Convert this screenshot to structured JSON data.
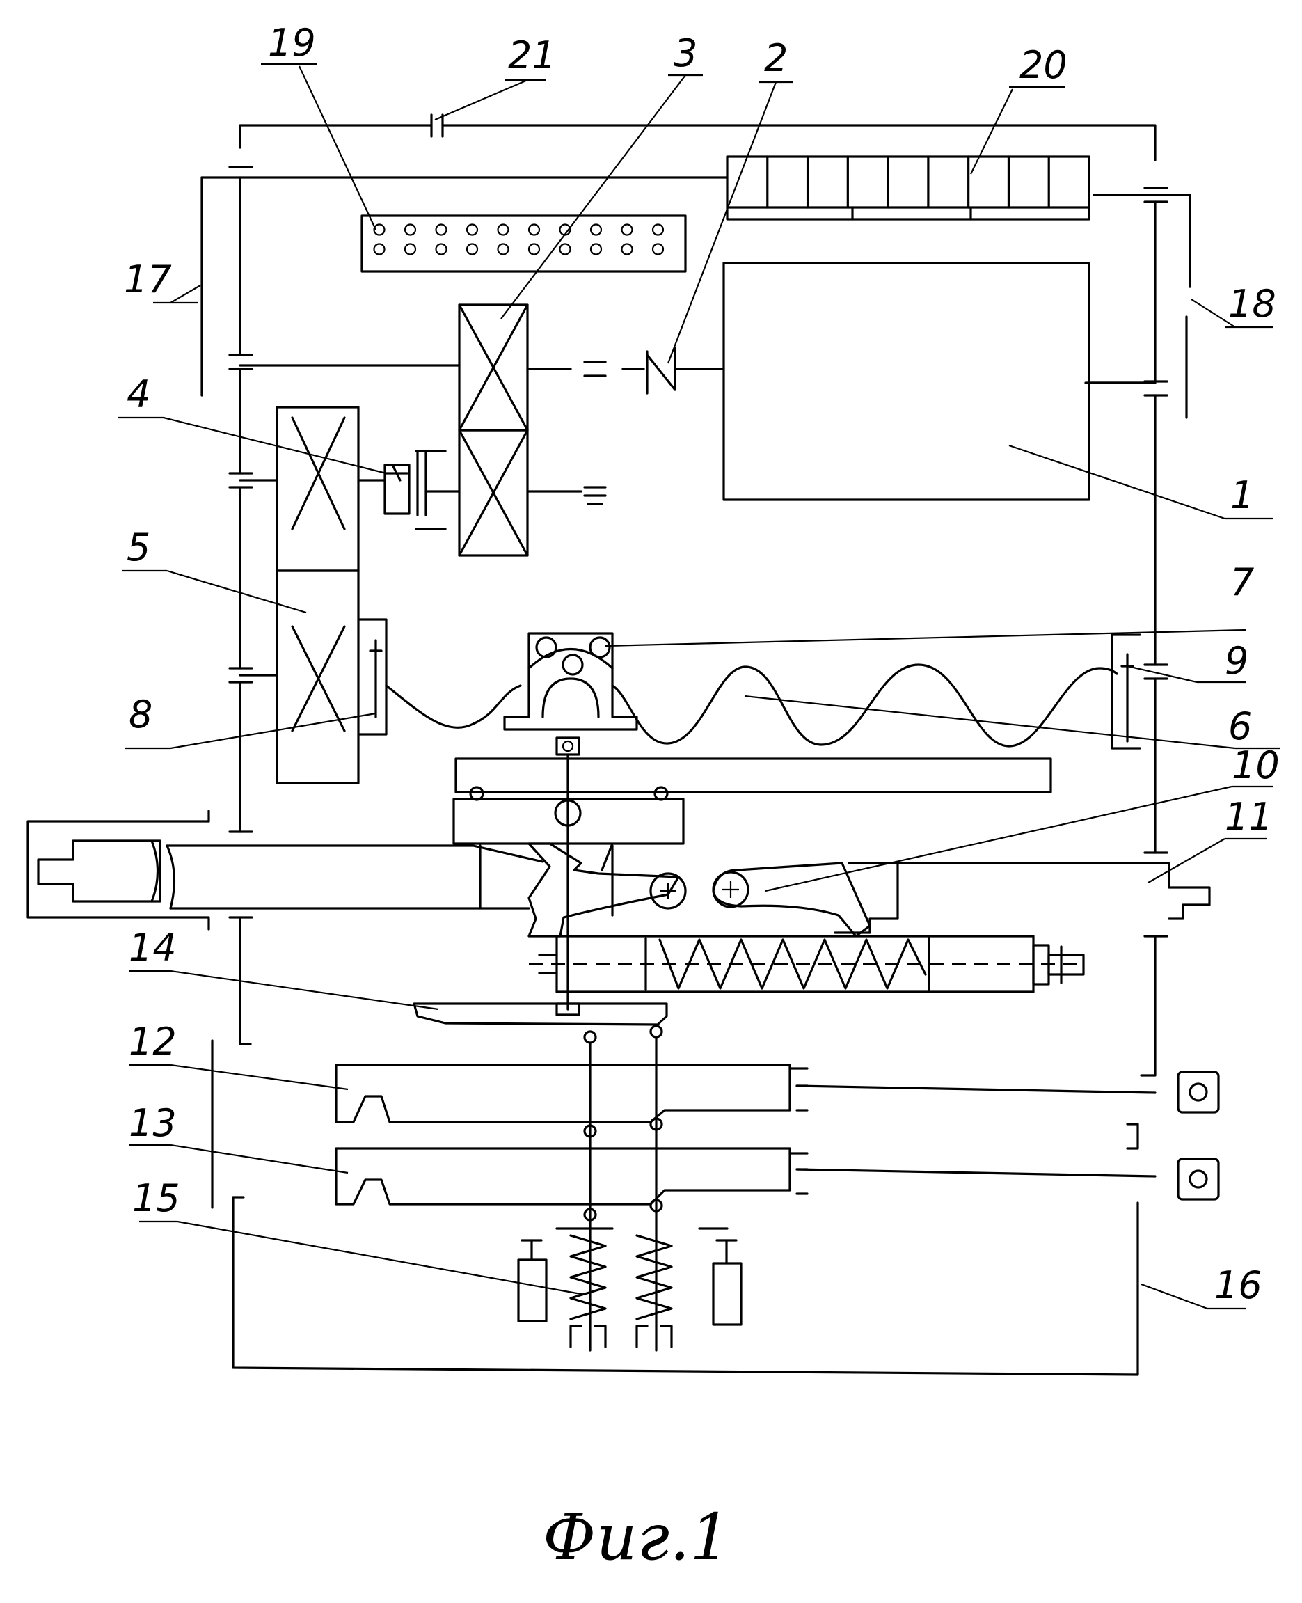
{
  "caption": "Фиг.1",
  "labels": [
    "1",
    "2",
    "3",
    "4",
    "5",
    "6",
    "7",
    "8",
    "9",
    "10",
    "11",
    "12",
    "13",
    "14",
    "15",
    "16",
    "17",
    "18",
    "19",
    "20",
    "21"
  ]
}
